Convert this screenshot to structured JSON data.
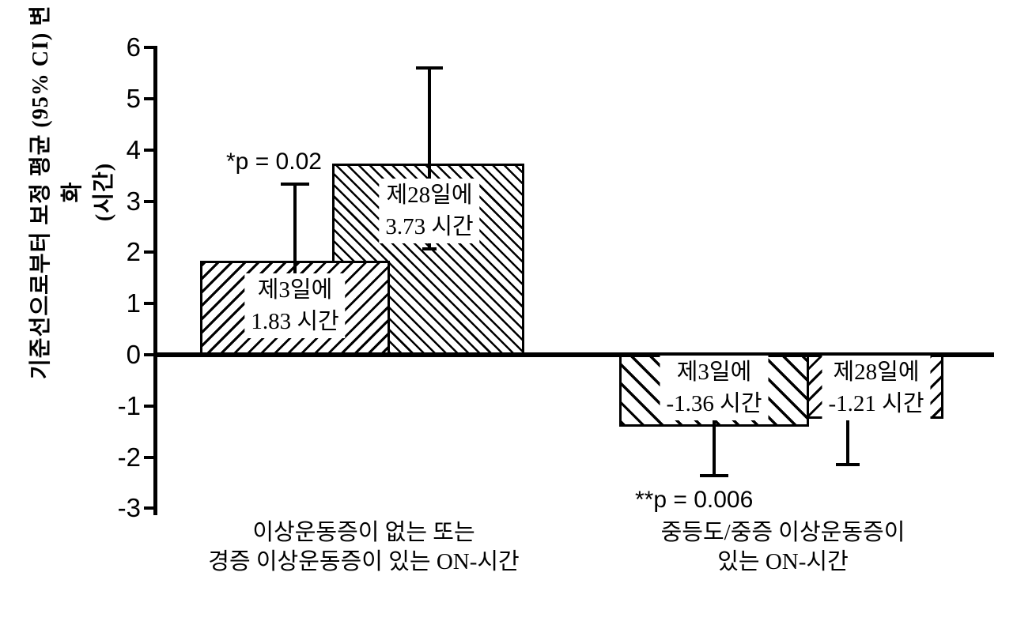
{
  "chart_data": {
    "type": "bar",
    "title": "",
    "ylabel": "기준선으로부터 보정 평균 (95% CI) 변화",
    "ylabel_unit": "(시간)",
    "ylim": [
      -3,
      6
    ],
    "yticks": [
      6,
      5,
      4,
      3,
      2,
      1,
      0,
      -1,
      -2,
      -3
    ],
    "grid": false,
    "legend": "none",
    "groups": [
      {
        "category_lines": [
          "이상운동증이 없는 또는",
          "경증 이상운동증이 있는 ON-시간"
        ],
        "annotation": "*p = 0.02",
        "bars": [
          {
            "series": "제3일에",
            "label_lines": [
              "제3일에",
              "1.83 시간"
            ],
            "value": 1.83,
            "ci": [
              0.4,
              3.33
            ],
            "hatch": "forward-diagonal"
          },
          {
            "series": "제28일에",
            "label_lines": [
              "제28일에",
              "3.73 시간"
            ],
            "value": 3.73,
            "ci": [
              2.07,
              5.6
            ],
            "hatch": "backward-diagonal"
          }
        ]
      },
      {
        "category_lines": [
          "중등도/중증 이상운동증이",
          "있는 ON-시간"
        ],
        "annotation": "**p = 0.006",
        "bars": [
          {
            "series": "제3일에",
            "label_lines": [
              "제3일에",
              "-1.36 시간"
            ],
            "value": -1.36,
            "ci": [
              -2.36,
              -0.36
            ],
            "hatch": "backward-diagonal-wide"
          },
          {
            "series": "제28일에",
            "label_lines": [
              "제28일에",
              "-1.21 시간"
            ],
            "value": -1.21,
            "ci": [
              -2.15,
              -0.3
            ],
            "hatch": "forward-diagonal-wide"
          }
        ]
      }
    ],
    "colors": {
      "ink": "#000000",
      "background": "#ffffff"
    }
  }
}
